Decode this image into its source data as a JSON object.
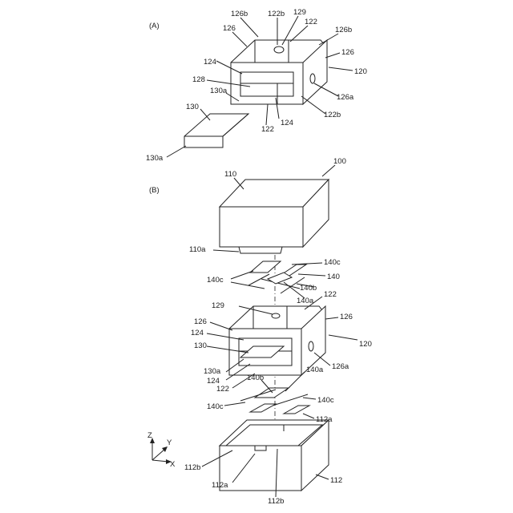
{
  "figure": {
    "panel_labels": {
      "a": "(A)",
      "b": "(B)"
    },
    "labels": {
      "l126b_1": "126b",
      "l122b_1": "122b",
      "l129_a": "129",
      "l122_a1": "122",
      "l126b_2": "126b",
      "l126_a1": "126",
      "l126_a2": "126",
      "l120_a": "120",
      "l124_a1": "124",
      "l128": "128",
      "l130a_1": "130a",
      "l130_a": "130",
      "l126a_a": "126a",
      "l122b_2": "122b",
      "l124_a2": "124",
      "l122_a2": "122",
      "l130a_2": "130a",
      "l110": "110",
      "l100": "100",
      "l110a": "110a",
      "l140c_1": "140c",
      "l140": "140",
      "l140c_2": "140c",
      "l140b_1": "140b",
      "l140a_1": "140a",
      "l122_b1": "122",
      "l129_b": "129",
      "l126_b1": "126",
      "l126_b2": "126",
      "l124_b1": "124",
      "l120_b": "120",
      "l130_b": "130",
      "l126a_b": "126a",
      "l130a_b": "130a",
      "l124_b2": "124",
      "l140b_2": "140b",
      "l140a_2": "140a",
      "l122_b2": "122",
      "l140c_3": "140c",
      "l140c_4": "140c",
      "l112a_1": "112a",
      "l112b_1": "112b",
      "l112a_2": "112a",
      "l112b_2": "112b",
      "l112": "112"
    },
    "axes": {
      "z": "Z",
      "y": "Y",
      "x": "X"
    }
  }
}
